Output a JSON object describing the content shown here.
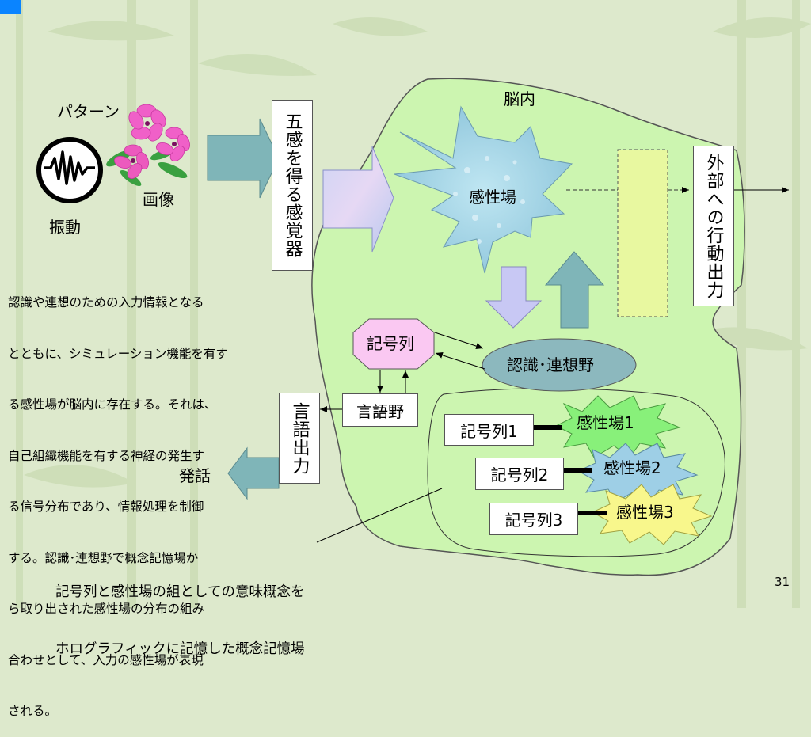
{
  "labels": {
    "pattern": "パターン",
    "image": "画像",
    "vibration": "振動",
    "brain": "脳内",
    "kansei_ba": "感性場",
    "gokan": "五感を得る感覚器",
    "external_output": "外部への行動出力",
    "kigouretsu": "記号列",
    "ninshiki": "認識･連想野",
    "gengoya": "言語野",
    "gengo_shutsuryoku": "言語出力",
    "hatsuwa": "発話",
    "kigouretsu1": "記号列1",
    "kigouretsu2": "記号列2",
    "kigouretsu3": "記号列3",
    "kansei1": "感性場1",
    "kansei2": "感性場2",
    "kansei3": "感性場3"
  },
  "description_lines": [
    "認識や連想のための入力情報となる",
    "とともに、シミュレーション機能を有す",
    "る感性場が脳内に存在する。それは、",
    "自己組織機能を有する神経の発生す",
    "る信号分布であり、情報処理を制御",
    "する。認識･連想野で概念記憶場か",
    "ら取り出された感性場の分布の組み",
    "合わせとして、入力の感性場が表現",
    "される。"
  ],
  "caption_lines": [
    "記号列と感性場の組としての意味概念を",
    "ホログラフィックに記憶した概念記憶場"
  ],
  "page_number": "31",
  "colors": {
    "background": "#dde9cc",
    "brain_fill": "#ccf5b0",
    "arrow_teal": "#7fb5b8",
    "arrow_lavender": "#c8c8f4",
    "kansei_star": "#a8d4e4",
    "star1": "#88f07a",
    "star2": "#9ecfe6",
    "star3": "#f8f78c",
    "kigouretsu_oct": "#fac8f2",
    "ninshiki_ellipse": "#8cb8be",
    "output_rect": "#e8f8a0"
  },
  "icons": [
    "flower-icon",
    "waveform-icon"
  ]
}
